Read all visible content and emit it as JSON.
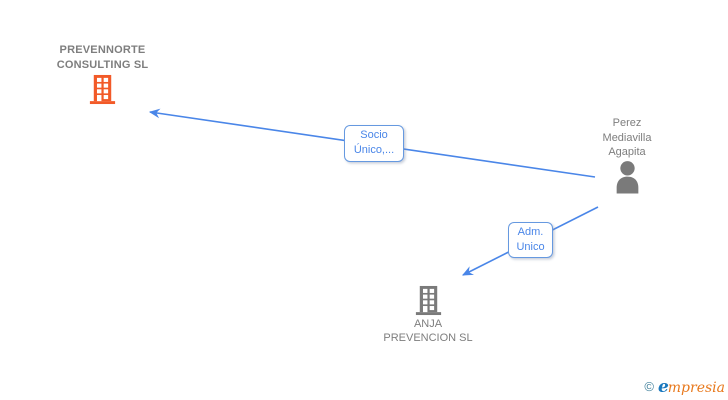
{
  "diagram": {
    "nodes": [
      {
        "id": "prevennorte",
        "type": "company",
        "name": "PREVENNORTE CONSULTING SL",
        "lines": [
          "PREVENNORTE",
          "CONSULTING SL"
        ],
        "icon": "building-icon",
        "icon_color": "#f25a28"
      },
      {
        "id": "perez",
        "type": "person",
        "name": "Perez Mediavilla Agapita",
        "lines": [
          "Perez",
          "Mediavilla",
          "Agapita"
        ],
        "icon": "person-icon",
        "icon_color": "#7a7a7a"
      },
      {
        "id": "anja",
        "type": "company",
        "name": "ANJA PREVENCION SL",
        "lines": [
          "ANJA",
          "PREVENCION SL"
        ],
        "icon": "building-icon",
        "icon_color": "#7a7a7a"
      }
    ],
    "edges": [
      {
        "from": "perez",
        "to": "prevennorte",
        "label": "Socio Único,...",
        "lines": [
          "Socio",
          "Único,..."
        ]
      },
      {
        "from": "perez",
        "to": "anja",
        "label": "Adm. Unico",
        "lines": [
          "Adm.",
          "Unico"
        ]
      }
    ],
    "colors": {
      "edge_line": "#4a86e8",
      "edge_label_text": "#4a86e8",
      "edge_label_border": "#6699e0",
      "node_text": "#7e7e7e",
      "company_main_icon": "#f25a28",
      "icon_gray": "#7a7a7a"
    }
  },
  "watermark": {
    "copyright_symbol": "©",
    "brand_first_letter": "e",
    "brand_rest": "mpresia"
  }
}
